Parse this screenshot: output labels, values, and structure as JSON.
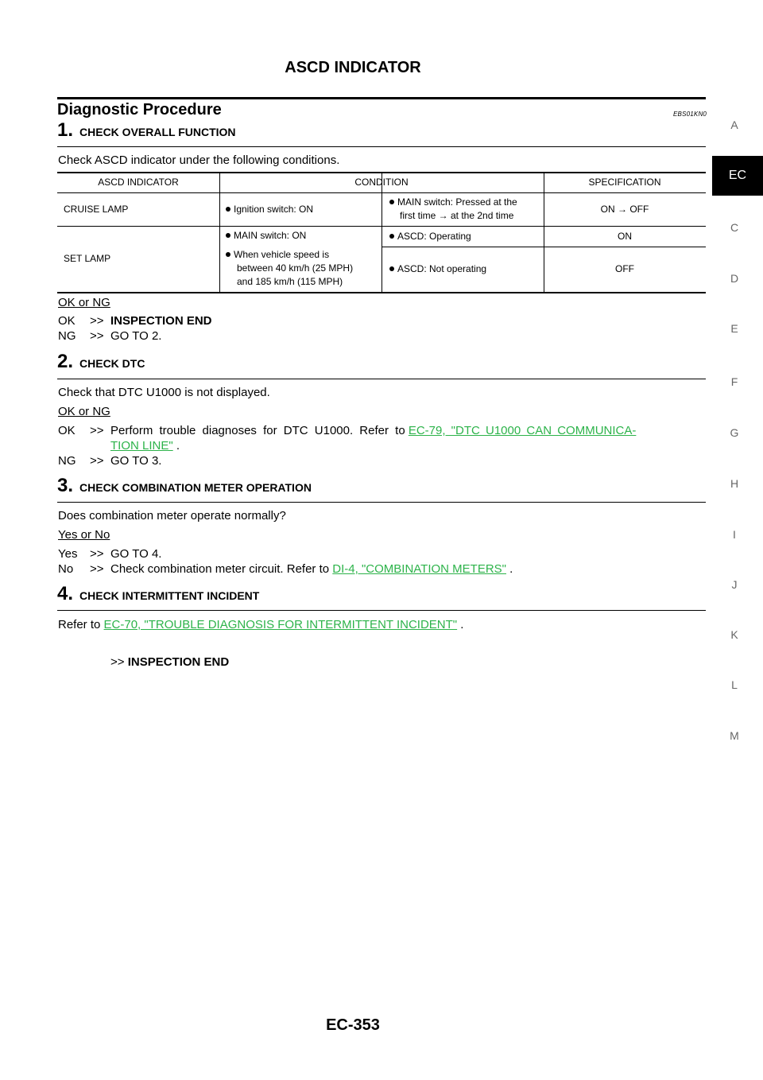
{
  "header": {
    "title": "ASCD INDICATOR"
  },
  "section": {
    "heading": "Diagnostic Procedure",
    "code": "EBS01KN0"
  },
  "steps": [
    {
      "number": "1.",
      "title": "CHECK OVERALL FUNCTION"
    },
    {
      "number": "2.",
      "title": "CHECK DTC"
    },
    {
      "number": "3.",
      "title": "CHECK COMBINATION METER OPERATION"
    },
    {
      "number": "4.",
      "title": "CHECK INTERMITTENT INCIDENT"
    }
  ],
  "step1": {
    "instruction": "Check ASCD indicator under the following conditions.",
    "table": {
      "headers": [
        "ASCD INDICATOR",
        "CONDITION",
        "SPECIFICATION"
      ],
      "cruise_lamp": {
        "label": "CRUISE LAMP",
        "condition": "Ignition switch: ON",
        "sub_condition_line1": "MAIN switch: Pressed at the",
        "sub_condition_line2": "first time → at the 2nd time",
        "spec": "ON → OFF"
      },
      "set_lamp": {
        "label": "SET LAMP",
        "condition1": "MAIN switch: ON",
        "condition2_line1": "When vehicle speed is",
        "condition2_line2": "between 40 km/h (25 MPH)",
        "condition2_line3": "and 185 km/h (115 MPH)",
        "sub1": "ASCD: Operating",
        "spec1": "ON",
        "sub2": "ASCD: Not operating",
        "spec2": "OFF"
      }
    },
    "result_label": "OK or NG",
    "ok_key": "OK",
    "ok_arrow": ">>",
    "ok_action": "INSPECTION END",
    "ng_key": "NG",
    "ng_arrow": ">>",
    "ng_action": "GO TO 2."
  },
  "step2": {
    "instruction": "Check that DTC U1000 is not displayed.",
    "result_label": "OK or NG",
    "ok_key": "OK",
    "ok_arrow": ">>",
    "ok_action": "Perform trouble diagnoses for DTC U1000. Refer to",
    "ok_link_line1": "EC-79, \"DTC U1000 CAN COMMUNICA-",
    "ok_link_line2": "TION LINE\"",
    "ok_link_tail": ".",
    "ng_key": "NG",
    "ng_arrow": ">>",
    "ng_action": "GO TO 3."
  },
  "step3": {
    "instruction": "Does combination meter operate normally?",
    "result_label": "Yes or No",
    "yes_key": "Yes",
    "yes_arrow": ">>",
    "yes_action": "GO TO 4.",
    "no_key": "No",
    "no_arrow": ">>",
    "no_action": "Check combination meter circuit. Refer to",
    "no_link": "DI-4, \"COMBINATION METERS\"",
    "no_link_tail": "."
  },
  "step4": {
    "instruction": "Refer to",
    "link": "EC-70, \"TROUBLE DIAGNOSIS FOR INTERMITTENT INCIDENT\"",
    "link_tail": ".",
    "end_arrow": ">>",
    "end_action": "INSPECTION END"
  },
  "side_index": {
    "items": [
      "A",
      "EC",
      "C",
      "D",
      "E",
      "F",
      "G",
      "H",
      "I",
      "J",
      "K",
      "L",
      "M"
    ],
    "active": "EC"
  },
  "footer": {
    "page_number": "EC-353"
  }
}
